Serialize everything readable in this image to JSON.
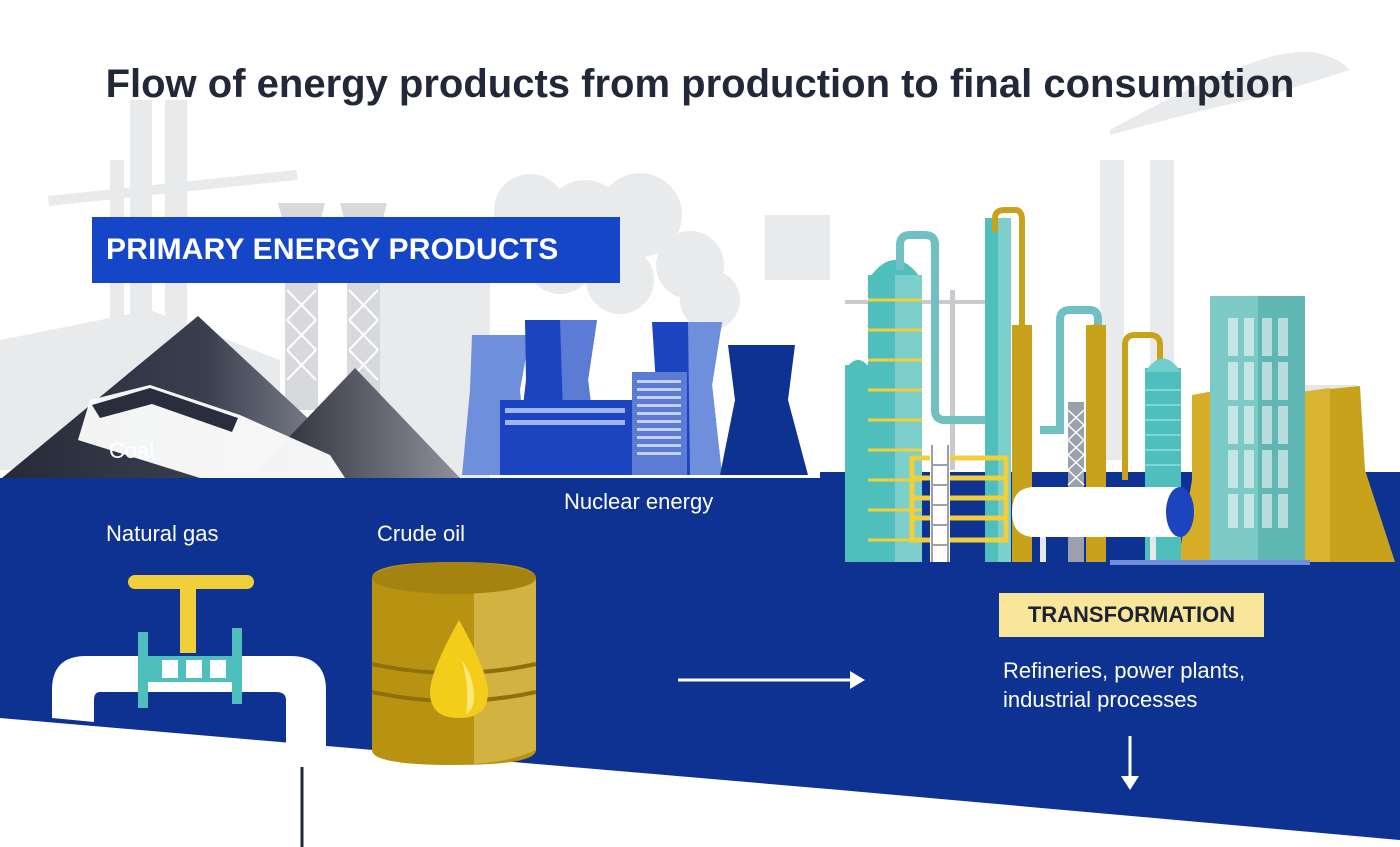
{
  "title": "Flow of energy products from production to final consumption",
  "primary": {
    "heading": "PRIMARY ENERGY PRODUCTS",
    "products": {
      "coal": "Coal",
      "natural_gas": "Natural gas",
      "crude_oil": "Crude oil",
      "nuclear": "Nuclear energy"
    }
  },
  "transformation": {
    "heading": "TRANSFORMATION",
    "description_lines": [
      "Refineries, power plants,",
      "industrial processes"
    ]
  },
  "colors": {
    "navy": "#0d3291",
    "heading_blue": "#1646c8",
    "highlight_yellow": "#f8e79b",
    "teal": "#4fbfbd",
    "gold": "#c8a21a"
  }
}
